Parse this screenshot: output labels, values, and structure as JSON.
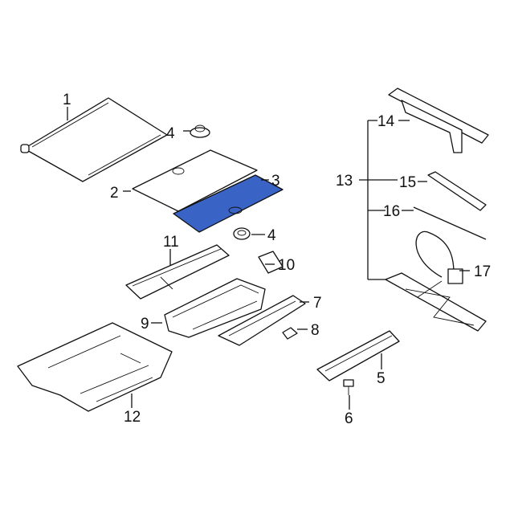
{
  "highlight_color": "#3a63c6",
  "highlighted_part": "3",
  "callouts": [
    "1",
    "2",
    "3",
    "4",
    "4",
    "5",
    "6",
    "7",
    "8",
    "9",
    "10",
    "11",
    "12",
    "13",
    "14",
    "15",
    "16",
    "17"
  ]
}
